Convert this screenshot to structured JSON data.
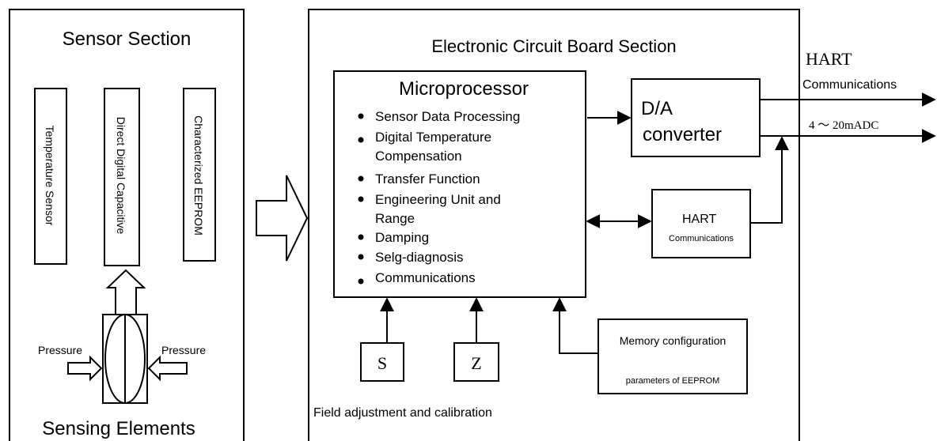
{
  "colors": {
    "stroke": "#000000",
    "background": "#ffffff"
  },
  "sensor_section": {
    "title": "Sensor Section",
    "components": [
      "Temperature Sensor",
      "Direct Digital Capacitive",
      "Characterized EEPROM"
    ],
    "pressure_left": "Pressure",
    "pressure_right": "Pressure",
    "sensing_label": "Sensing Elements"
  },
  "board_section": {
    "title": "Electronic Circuit Board Section",
    "microprocessor": {
      "title": "Microprocessor",
      "bullets": [
        [
          "Sensor Data Processing"
        ],
        [
          "Digital Temperature",
          "Compensation"
        ],
        [
          "Transfer Function"
        ],
        [
          "Engineering Unit and",
          "Range"
        ],
        [
          "Damping"
        ],
        [
          "Selg-diagnosis"
        ],
        [
          "Communications"
        ]
      ]
    },
    "da_converter": [
      "D/A",
      "converter"
    ],
    "hart_box": {
      "title": "HART",
      "subtitle": "Communications"
    },
    "s_button": "S",
    "z_button": "Z",
    "memory": {
      "line1": "Memory  configuration",
      "line2": "parameters of EEPROM"
    },
    "field_label": "Field adjustment and calibration"
  },
  "outputs": {
    "hart_title": "HART",
    "hart_sub": "Communications",
    "current": "4 ～ 20mADC"
  }
}
